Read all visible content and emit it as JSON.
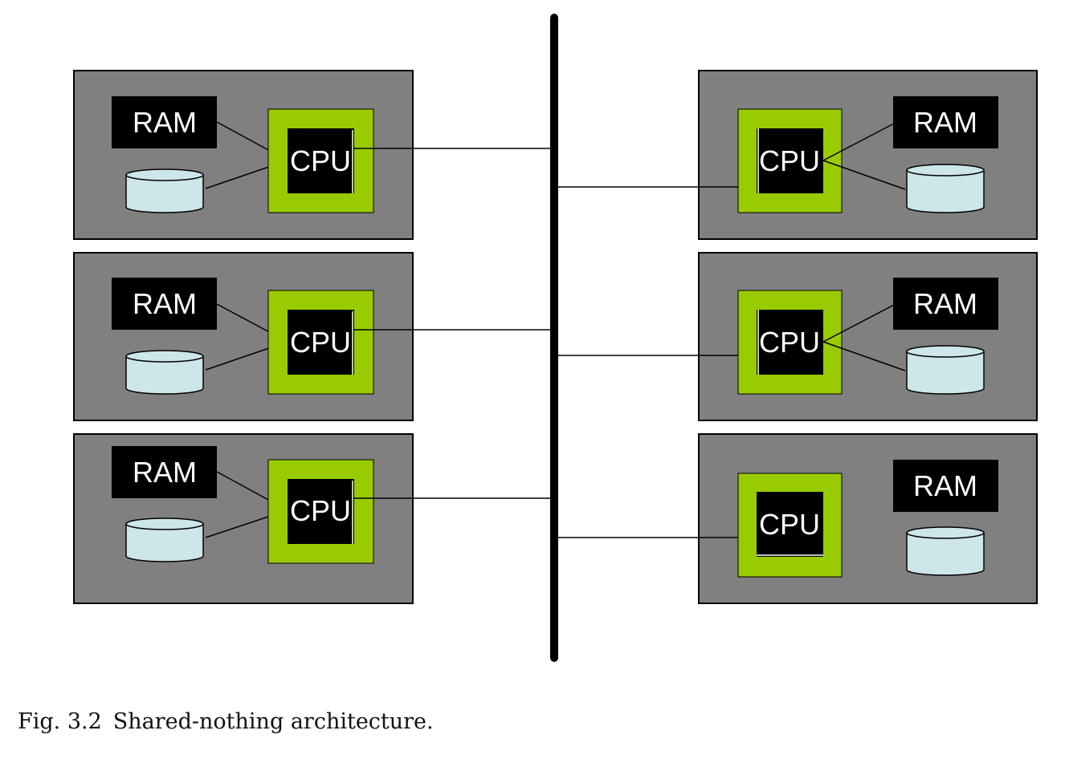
{
  "diagram": {
    "nodes": [
      {
        "side": "left",
        "ram_label": "RAM",
        "cpu_label": "CPU"
      },
      {
        "side": "left",
        "ram_label": "RAM",
        "cpu_label": "CPU"
      },
      {
        "side": "left",
        "ram_label": "RAM",
        "cpu_label": "CPU"
      },
      {
        "side": "right",
        "ram_label": "RAM",
        "cpu_label": "CPU"
      },
      {
        "side": "right",
        "ram_label": "RAM",
        "cpu_label": "CPU"
      },
      {
        "side": "right",
        "ram_label": "RAM",
        "cpu_label": "CPU"
      }
    ],
    "colors": {
      "node_background": "#808080",
      "cpu_frame": "#99cc00",
      "chip": "#000000",
      "disk": "#cce6ea",
      "bus": "#000000"
    }
  },
  "caption": {
    "figure_number": "Fig. 3.2",
    "text": "Shared-nothing architecture."
  }
}
